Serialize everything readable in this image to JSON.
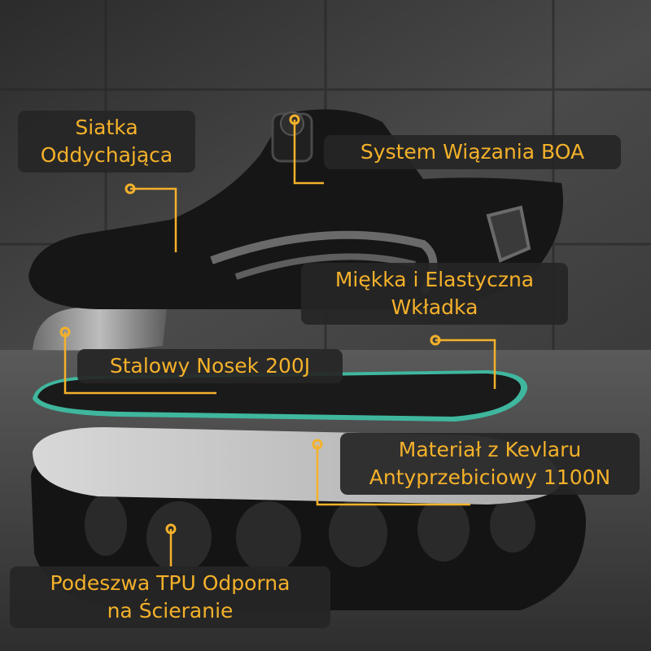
{
  "colors": {
    "accent": "#f4b12a",
    "label_background": "#262626",
    "insole_edge": "#3fb79e",
    "background_wall": "#3c3c3c"
  },
  "callouts": {
    "mesh": {
      "lines": [
        "Siatka",
        "Oddychająca"
      ]
    },
    "boa": {
      "lines": [
        "System Wiązania BOA"
      ]
    },
    "insole": {
      "lines": [
        "Miękka i Elastyczna",
        "Wkładka"
      ]
    },
    "toe_cap": {
      "lines": [
        "Stalowy Nosek 200J"
      ]
    },
    "kevlar": {
      "lines": [
        "Materiał z Kevlaru",
        "Antyprzebiciowy 1100N"
      ]
    },
    "outsole": {
      "lines": [
        "Podeszwa TPU Odporna",
        "na Ścieranie"
      ]
    }
  }
}
